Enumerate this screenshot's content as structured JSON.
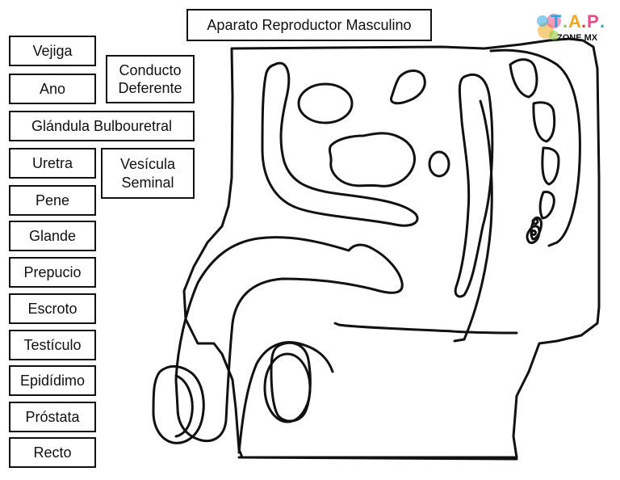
{
  "title": "Aparato Reproductor Masculino",
  "labels": {
    "vejiga": "Vejiga",
    "ano": "Ano",
    "conducto_deferente": "Conducto\nDeferente",
    "glandula_bulbouretral": "Glándula Bulbouretral",
    "uretra": "Uretra",
    "vesicula_seminal": "Vesícula\nSeminal",
    "pene": "Pene",
    "glande": "Glande",
    "prepucio": "Prepucio",
    "escroto": "Escroto",
    "testiculo": "Testículo",
    "epididimo": "Epidídimo",
    "prostata": "Próstata",
    "recto": "Recto"
  },
  "logo": {
    "letters": [
      "T",
      ".",
      "A",
      ".",
      "P",
      "."
    ],
    "subtitle": "ZONE MX",
    "colors": {
      "t": "#29a8e0",
      "a": "#f0a81c",
      "p": "#e84c8a",
      "dot1": "#8dc63f",
      "dot2": "#e8412c",
      "dot3": "#29a8e0"
    }
  },
  "colors": {
    "line": "#111111",
    "background": "#ffffff"
  }
}
